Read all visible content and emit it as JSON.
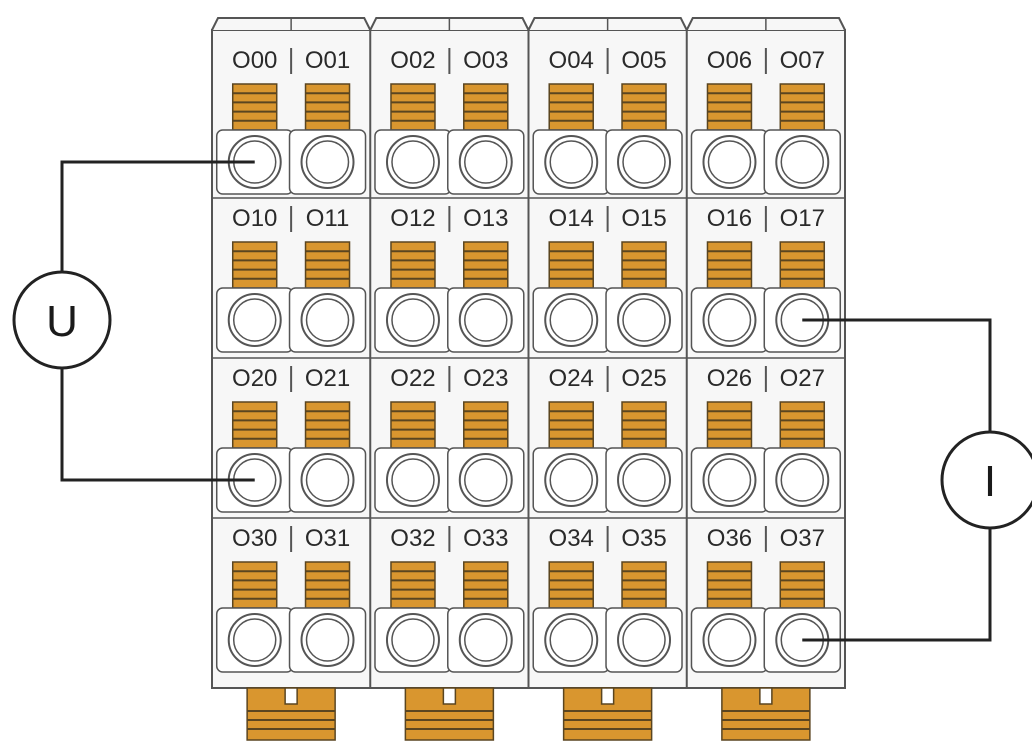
{
  "terminal_rows": [
    [
      "O00",
      "O01",
      "O02",
      "O03",
      "O04",
      "O05",
      "O06",
      "O07"
    ],
    [
      "O10",
      "O11",
      "O12",
      "O13",
      "O14",
      "O15",
      "O16",
      "O17"
    ],
    [
      "O20",
      "O21",
      "O22",
      "O23",
      "O24",
      "O25",
      "O26",
      "O27"
    ],
    [
      "O30",
      "O31",
      "O32",
      "O33",
      "O34",
      "O35",
      "O36",
      "O37"
    ]
  ],
  "meters": {
    "voltage": {
      "symbol": "U",
      "connected_terminals": [
        "O00",
        "O20"
      ]
    },
    "current": {
      "symbol": "I",
      "connected_terminals": [
        "O17",
        "O37"
      ]
    }
  },
  "colors": {
    "clamp": "#d9962f",
    "clamp_stripe": "#5a4520",
    "housing": "#f7f7f7",
    "outline": "#555555",
    "wire": "#222222"
  }
}
